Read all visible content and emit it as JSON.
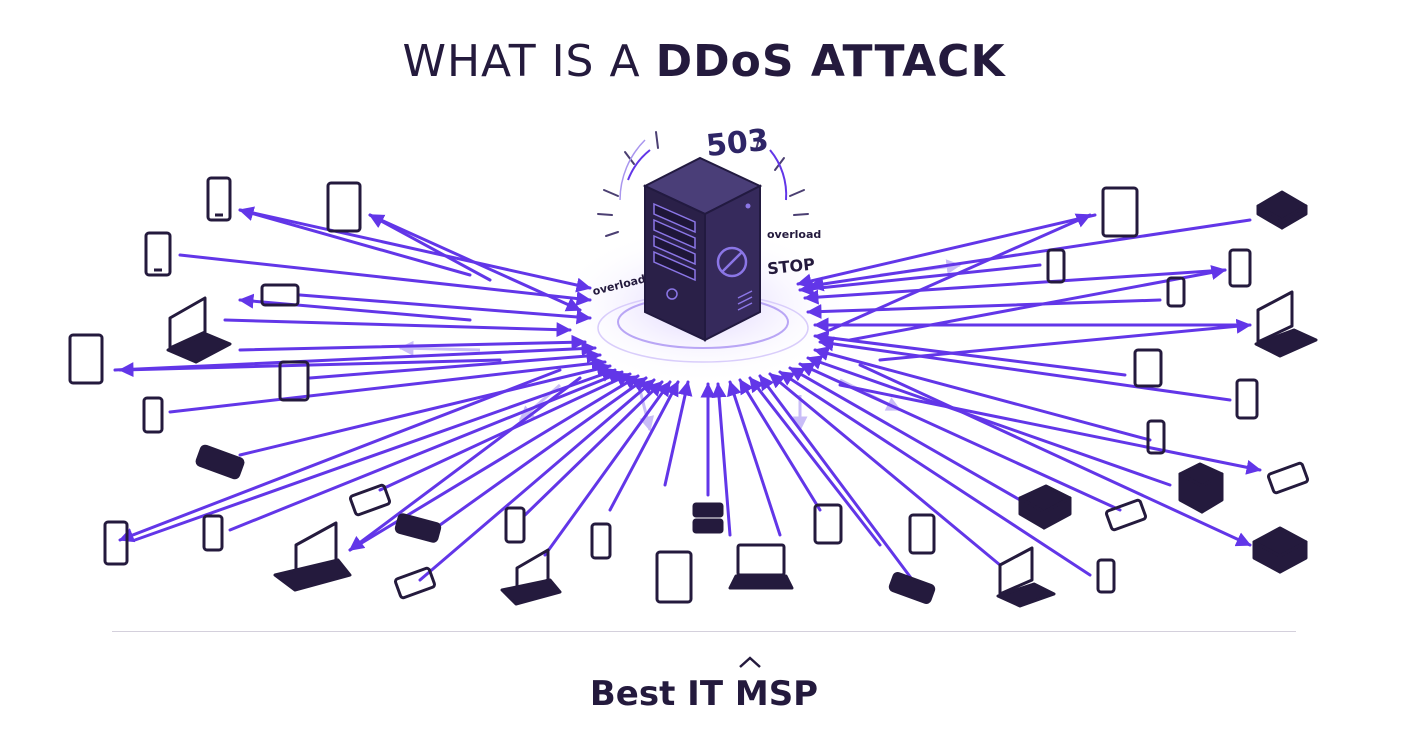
{
  "title": {
    "light": "WHAT IS A",
    "bold": "DDoS ATTACK"
  },
  "server": {
    "error_code": "503",
    "left_label": "overload",
    "right_label_top": "overload",
    "right_label_bottom": "STOP"
  },
  "footer": {
    "brand": "Best IT MSP"
  },
  "colors": {
    "accent": "#6236e8",
    "dark": "#241a3d",
    "glow": "#b9a6f5"
  }
}
